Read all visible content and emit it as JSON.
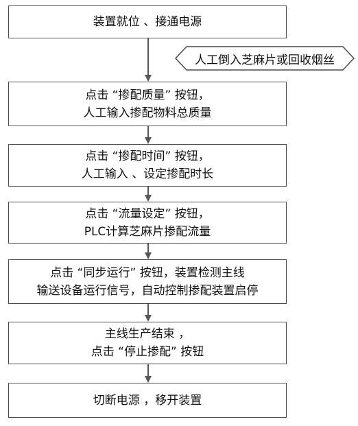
{
  "steps": [
    {
      "lines": [
        "装置就位 、接通电源"
      ]
    },
    {
      "lines": [
        "点击 “掺配质量” 按钮，",
        "人工输入掺配物料总质量"
      ]
    },
    {
      "lines": [
        "点击 “掺配时间” 按钮，",
        "人工输入 、设定掺配时长"
      ]
    },
    {
      "lines": [
        "点击 “流量设定” 按钮，",
        "PLC计算芝麻片掺配流量"
      ]
    },
    {
      "lines": [
        "点击 “同步运行” 按钮，装置检测主线",
        "输送设备运行信号，自动控制掺配装置启停"
      ]
    },
    {
      "lines": [
        "主线生产结束 ，",
        "点击 “停止掺配” 按钮"
      ]
    },
    {
      "lines": [
        "切断电源 ，移开装置"
      ]
    }
  ],
  "side_note": "人工倒入芝麻片或回收烟丝",
  "colors": {
    "border": "#4a4a4a",
    "arrow": "#555555"
  }
}
